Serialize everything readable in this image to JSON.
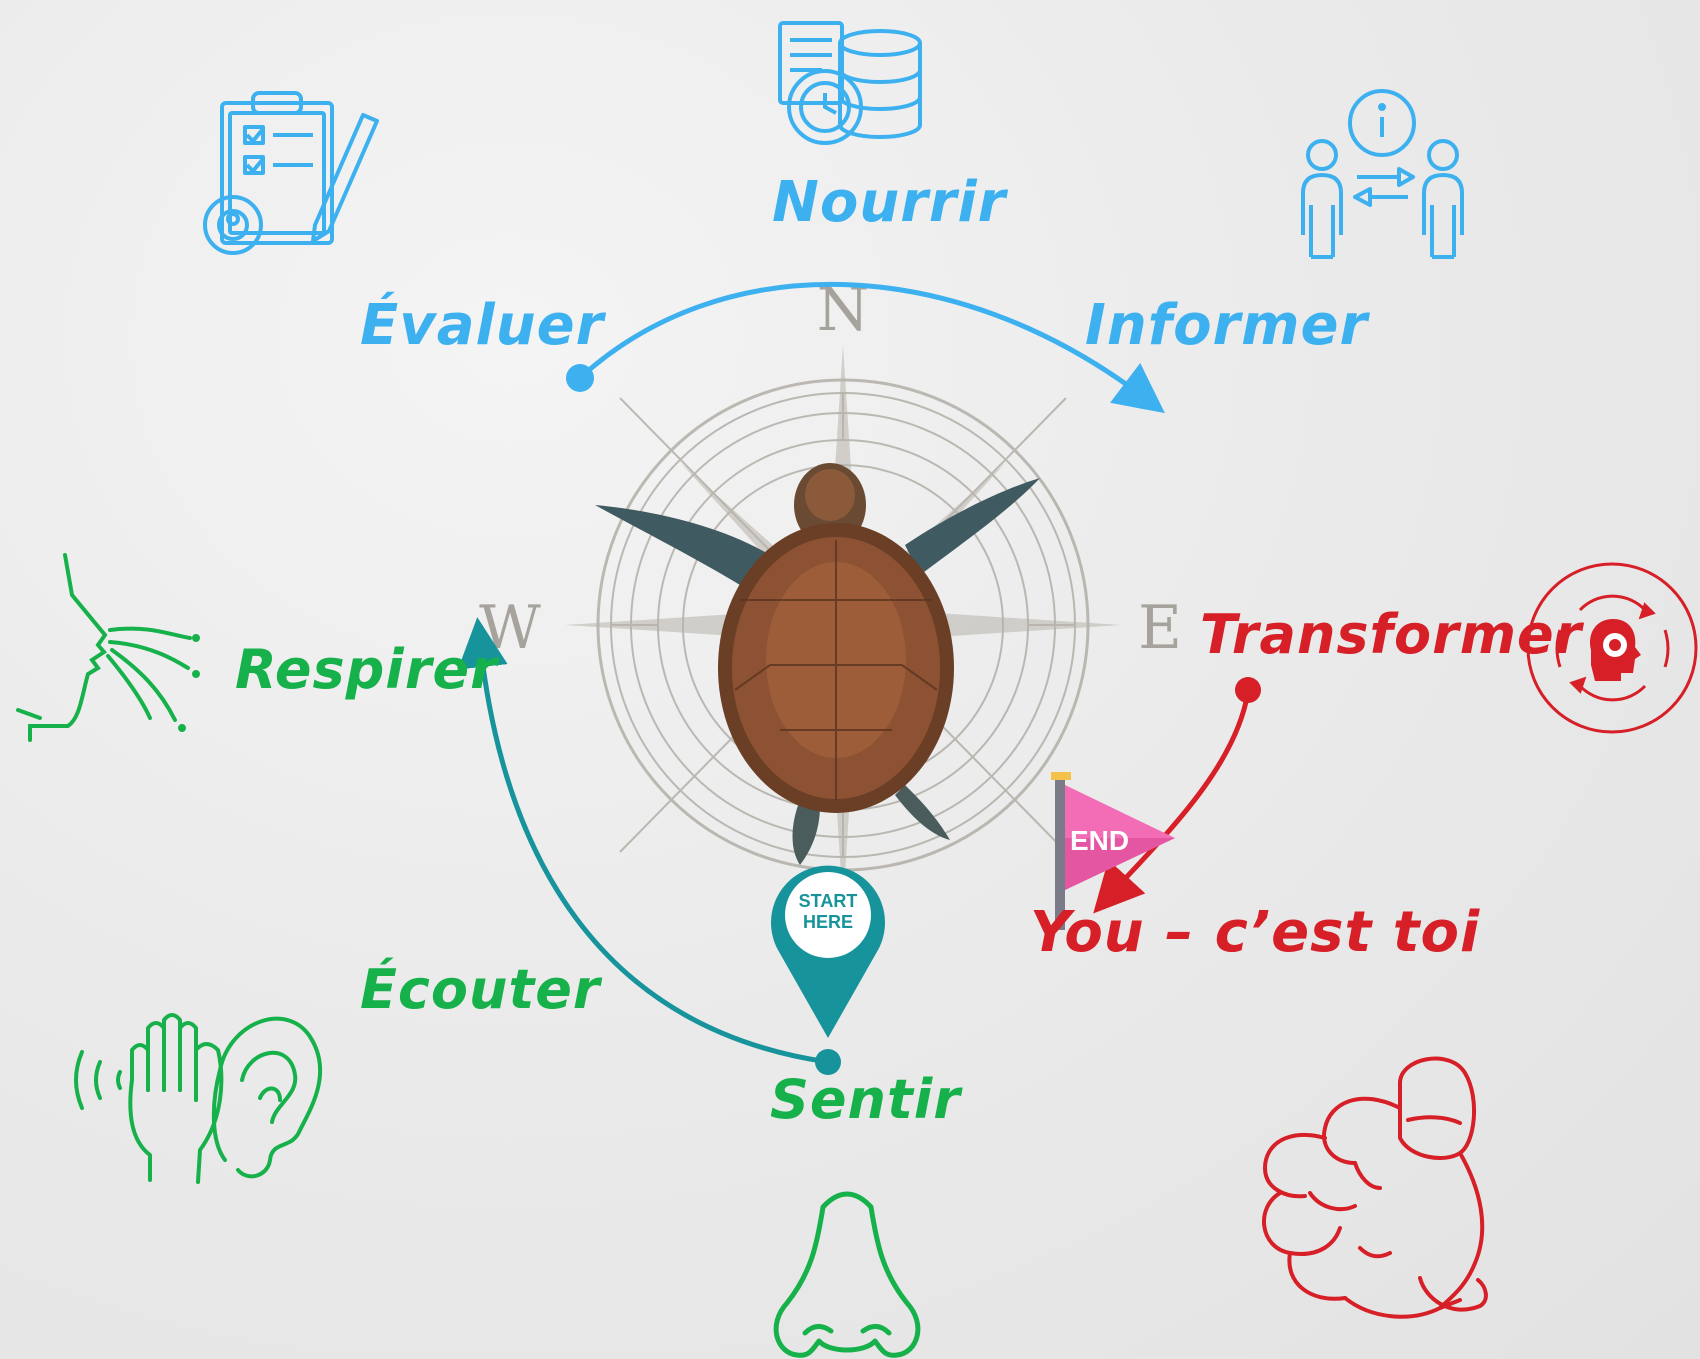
{
  "labels": {
    "nourrir": "Nourrir",
    "evaluer": "Évaluer",
    "informer": "Informer",
    "respirer": "Respirer",
    "transformer": "Transformer",
    "ecouter": "Écouter",
    "sentir": "Sentir",
    "you": "You – c’est toi"
  },
  "compass": {
    "north": "N",
    "west": "W",
    "east": "E"
  },
  "start_marker": {
    "line1": "START",
    "line2": "HERE"
  },
  "end_flag": {
    "text": "END"
  },
  "colors": {
    "blue": "#3db1f0",
    "green": "#16b14a",
    "teal": "#16939b",
    "red": "#d61f26",
    "pink": "#f36cb6",
    "compass": "#aaa69e"
  },
  "icons": [
    "checklist-gear-icon",
    "document-database-clock-icon",
    "people-info-exchange-icon",
    "breath-face-icon",
    "head-gear-cycle-icon",
    "ear-listening-icon",
    "nose-icon",
    "pointing-hand-icon",
    "turtle-image",
    "compass-rose"
  ]
}
